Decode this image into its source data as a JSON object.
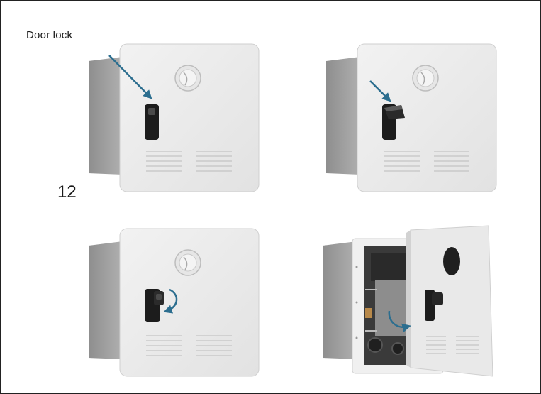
{
  "figure": {
    "door_lock_label": "Door lock",
    "step_number": "12"
  },
  "colors": {
    "arrow": "#2c6e8f",
    "door_face": "#ebebeb",
    "door_edge": "#cfcfcf",
    "box_side": "#9c9c9c",
    "latch": "#1c1c1c"
  },
  "panels": [
    {
      "id": "panel-1",
      "latch_state": "closed",
      "arrow": "pointing-at-latch",
      "door_state": "closed"
    },
    {
      "id": "panel-2",
      "latch_state": "lifted",
      "arrow": "pointing-at-latch",
      "door_state": "closed"
    },
    {
      "id": "panel-3",
      "latch_state": "turned",
      "arrow": "curved-turn",
      "door_state": "closed"
    },
    {
      "id": "panel-4",
      "latch_state": "turned",
      "arrow": "curved-pull",
      "door_state": "open"
    }
  ]
}
